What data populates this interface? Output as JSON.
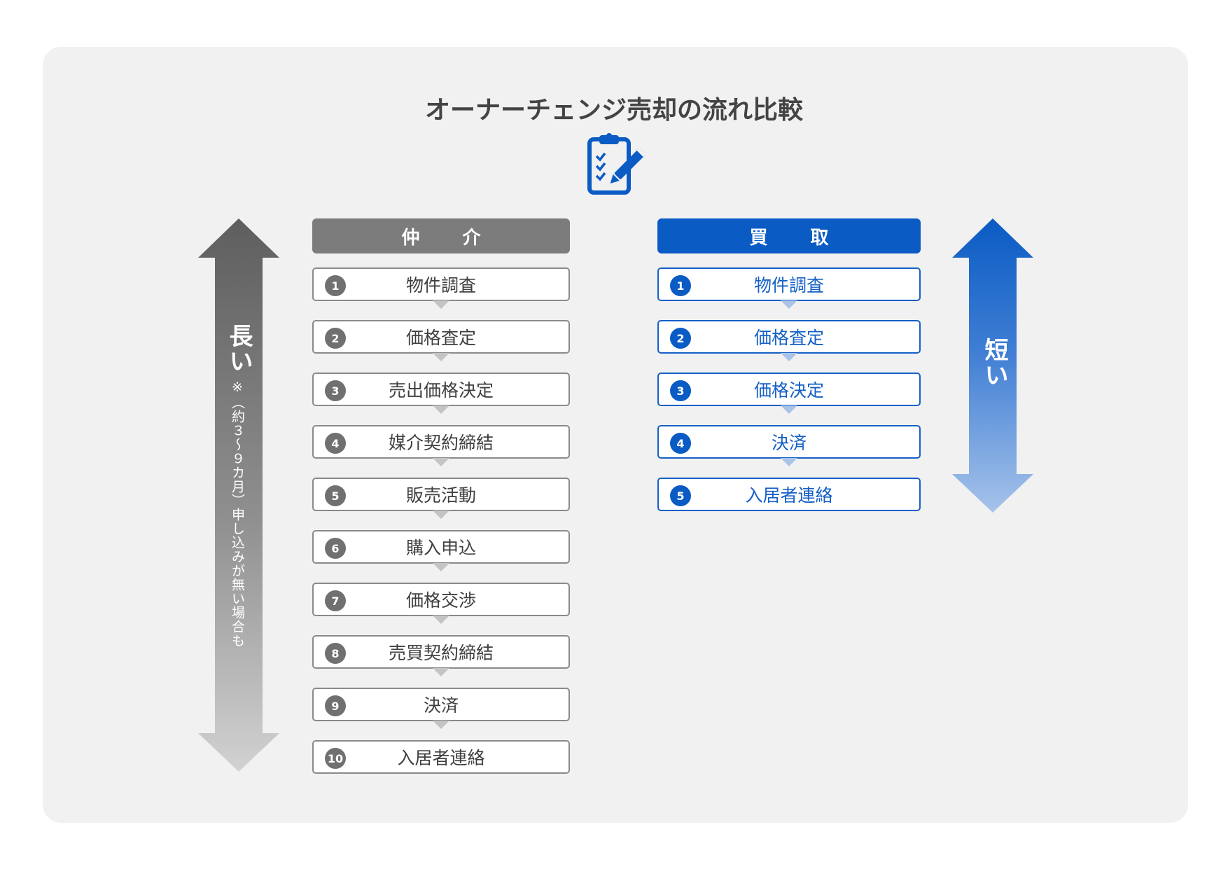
{
  "title": "オーナーチェンジ売却の流れ比較",
  "colors": {
    "gray": "#7c7c7c",
    "blue": "#0a5bc4",
    "panel": "#f1f1f2"
  },
  "icon": "clipboard-checklist-pen-icon",
  "left_arrow": {
    "label": "長い",
    "note": "※（約３～９カ月）申し込みが無い場合も"
  },
  "right_arrow": {
    "label": "短い"
  },
  "brokerage": {
    "heading": "仲 介",
    "steps": [
      {
        "num": "1",
        "label": "物件調査"
      },
      {
        "num": "2",
        "label": "価格査定"
      },
      {
        "num": "3",
        "label": "売出価格決定"
      },
      {
        "num": "4",
        "label": "媒介契約締結"
      },
      {
        "num": "5",
        "label": "販売活動"
      },
      {
        "num": "6",
        "label": "購入申込"
      },
      {
        "num": "7",
        "label": "価格交渉"
      },
      {
        "num": "8",
        "label": "売買契約締結"
      },
      {
        "num": "9",
        "label": "決済"
      },
      {
        "num": "10",
        "label": "入居者連絡"
      }
    ]
  },
  "purchase": {
    "heading": "買 取",
    "steps": [
      {
        "num": "1",
        "label": "物件調査"
      },
      {
        "num": "2",
        "label": "価格査定"
      },
      {
        "num": "3",
        "label": "価格決定"
      },
      {
        "num": "4",
        "label": "決済"
      },
      {
        "num": "5",
        "label": "入居者連絡"
      }
    ]
  }
}
